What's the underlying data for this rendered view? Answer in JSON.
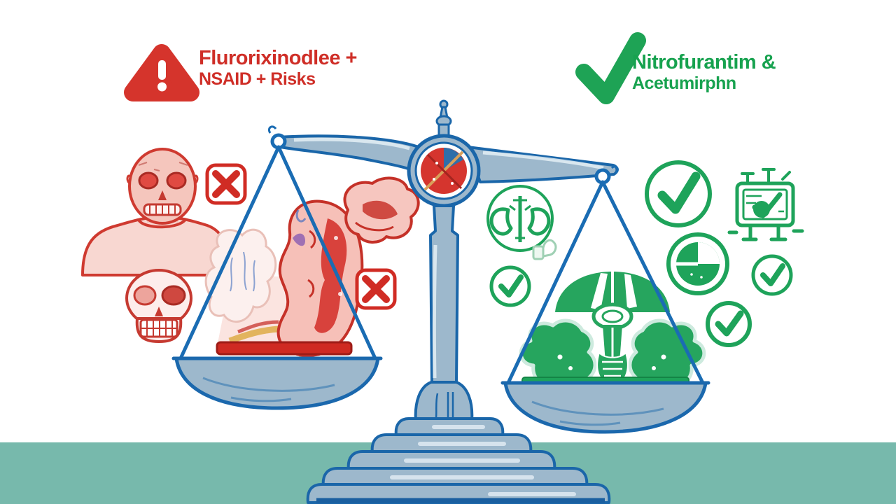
{
  "palette": {
    "risk_red": "#cf2e27",
    "safe_green": "#17a24f",
    "scale_outline_blue": "#1a66a9",
    "scale_fill_blue": "#9db8cc",
    "floor_teal": "#77b9ac"
  },
  "left_panel": {
    "title_line1": "Flurorixinodlee +",
    "title_line2": "NSAID + Risks",
    "icons": [
      "warning-triangle-icon",
      "cross-badge-icon",
      "skull-faced-man",
      "skull-icon",
      "kidney-cross-section",
      "inflamed-tendon",
      "ghost-tissue",
      "red-tray"
    ]
  },
  "right_panel": {
    "title_line1": "Nitrofurantim &",
    "title_line2": "Acetumirphn",
    "icons": [
      "check-brush-icon",
      "kidneys-badge-icon",
      "thumbs-up-sketch",
      "check-circle-icon",
      "check-circle-large-icon",
      "monitor-check-icon",
      "pie-chart-icon",
      "check-circle-icon",
      "check-circle-icon",
      "bladder-pelvis-illustration",
      "green-tray"
    ]
  },
  "scale": {
    "parts": [
      "finial",
      "beam",
      "no-entry-medallion",
      "column",
      "stepped-pedestal",
      "left-pan",
      "right-pan"
    ]
  }
}
